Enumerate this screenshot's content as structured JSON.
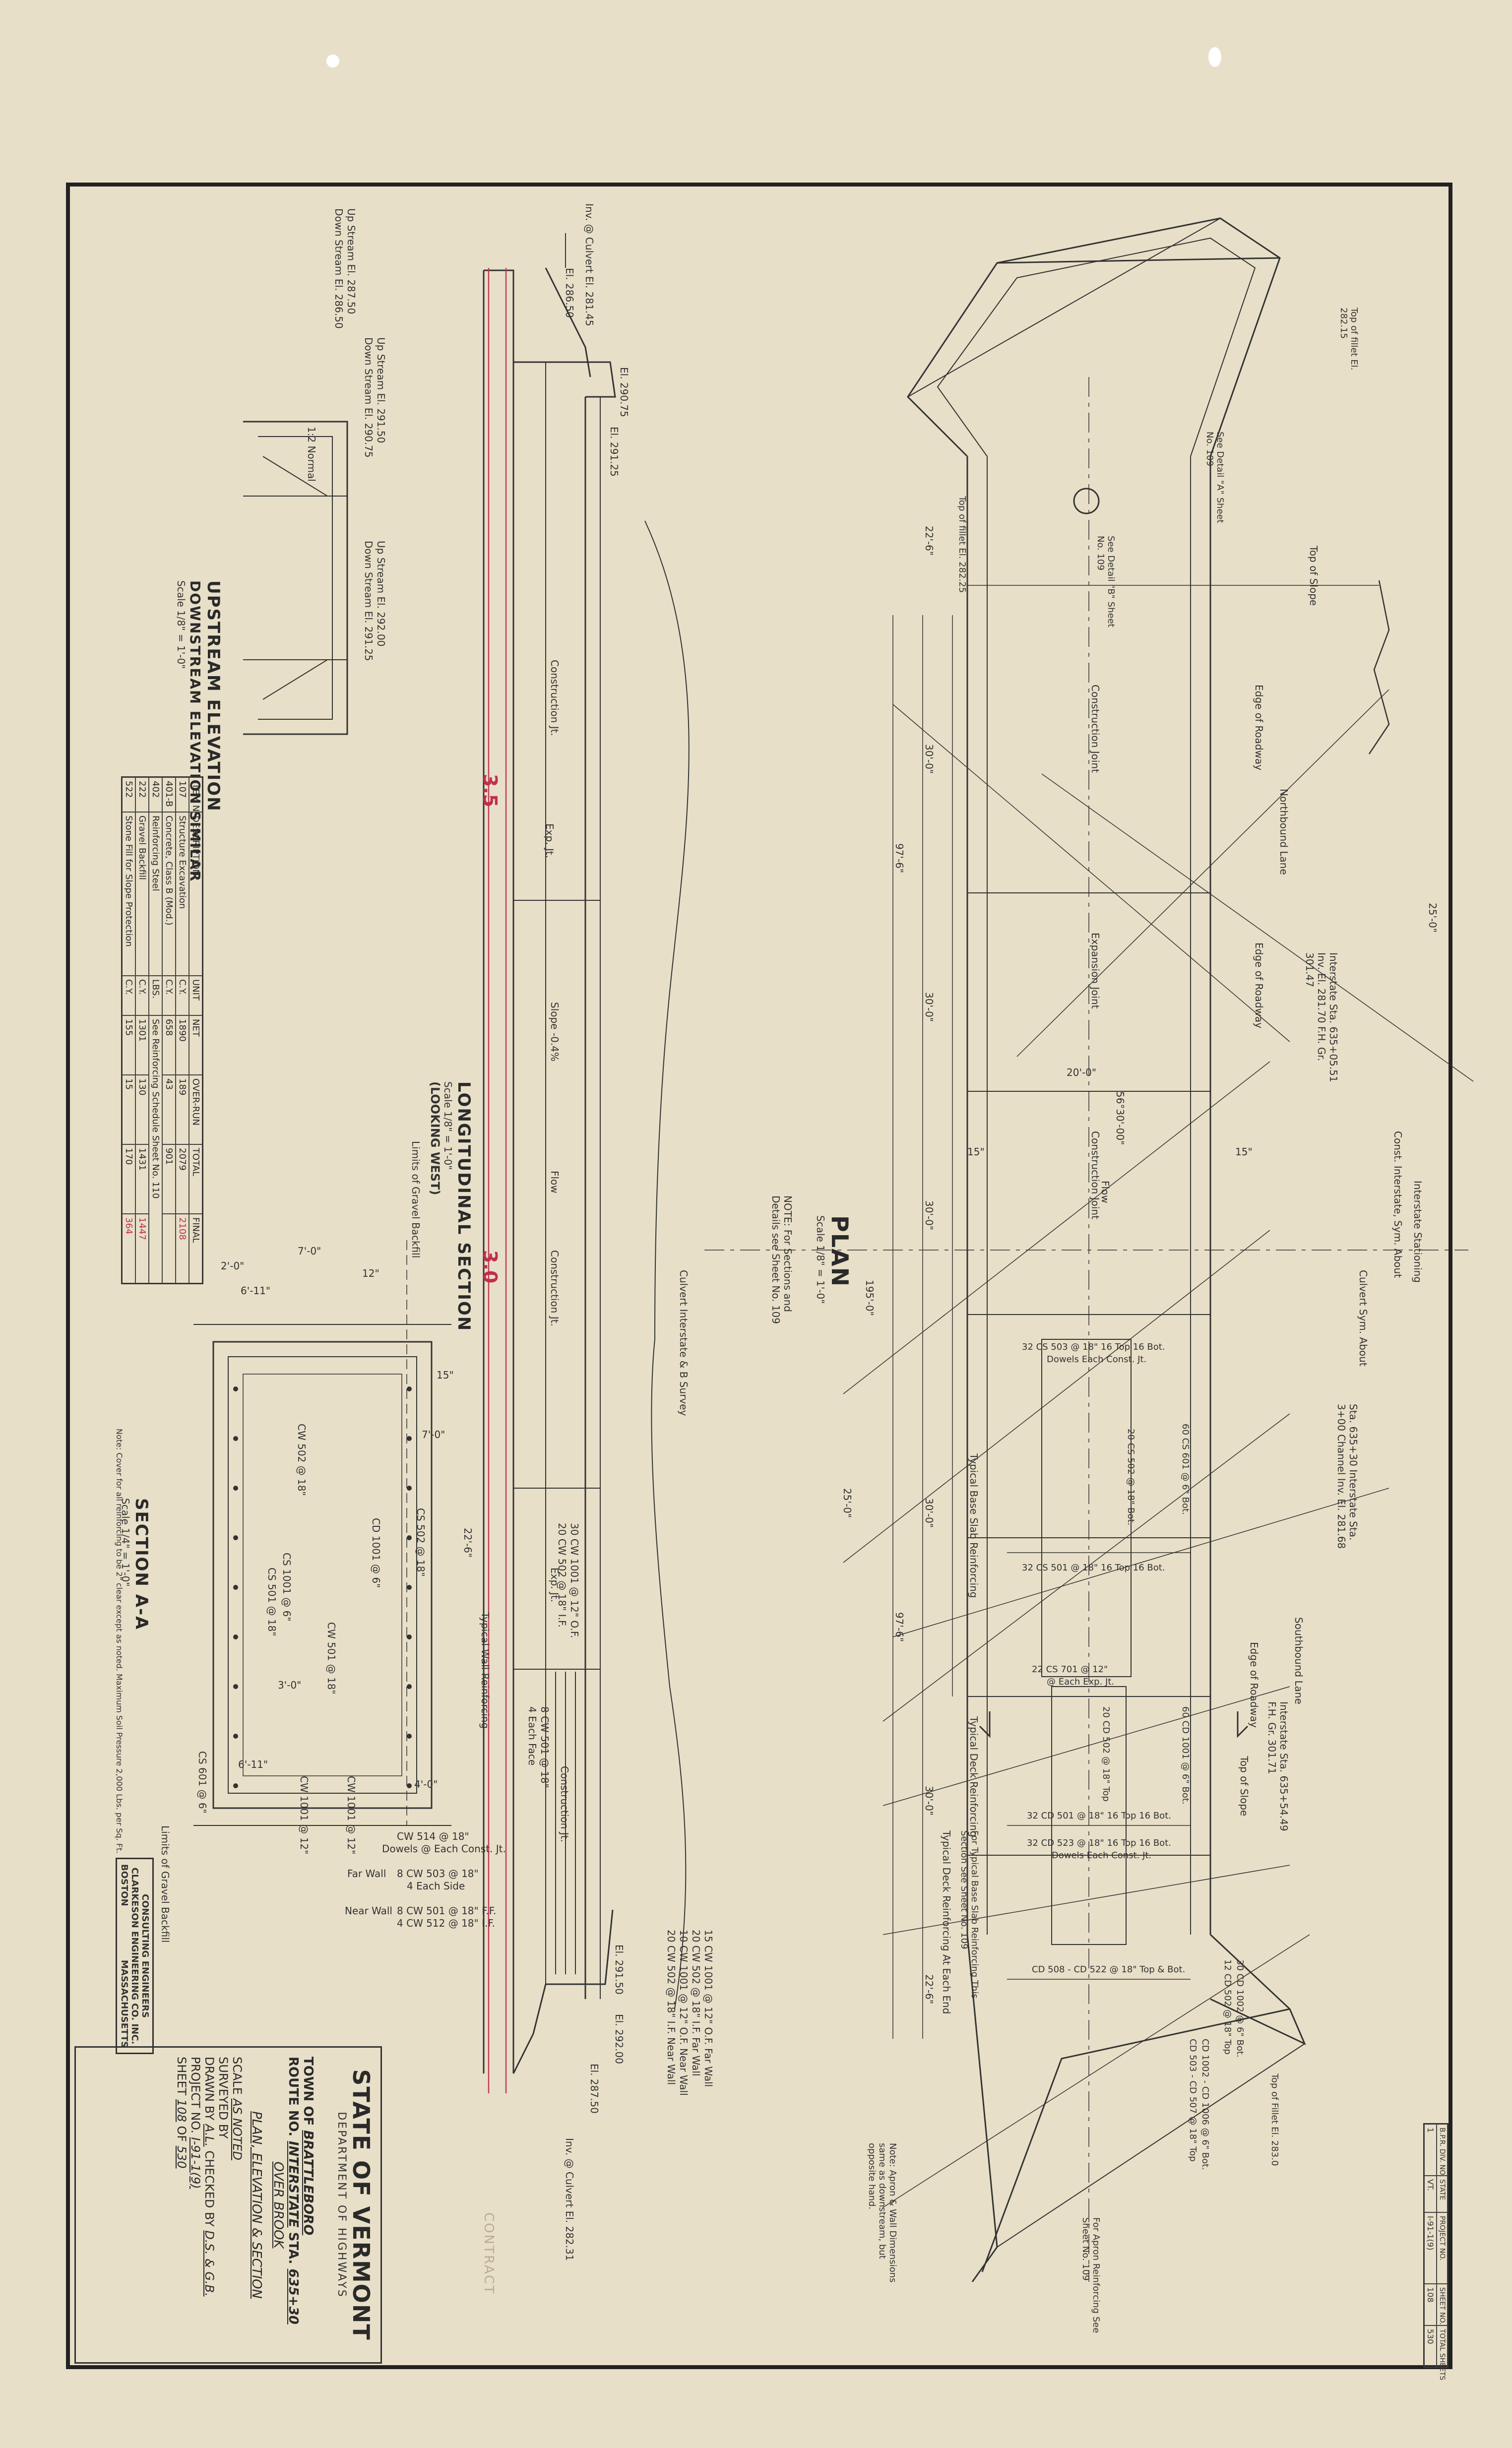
{
  "title_block": {
    "state": "STATE OF VERMONT",
    "department": "DEPARTMENT OF HIGHWAYS",
    "town_label": "TOWN OF",
    "town": "BRATTLEBORO",
    "route_label": "ROUTE NO.",
    "route": "INTERSTATE",
    "sta_label": "STA.",
    "sta": "635+30",
    "structure": "OVER BROOK",
    "sheet_title": "PLAN, ELEVATION & SECTION",
    "scale_label": "SCALE",
    "scale": "AS NOTED",
    "surveyed_label": "SURVEYED BY",
    "drawn_label": "DRAWN BY",
    "drawn_by": "A.L.",
    "checked_label": "CHECKED BY",
    "checked_by": "D.S. & G.B.",
    "project_label": "PROJECT NO.",
    "project_no": "I-91-1(9)",
    "sheet_label": "SHEET",
    "sheet_no": "108",
    "of_label": "OF",
    "of_total": "530"
  },
  "consultant": {
    "line1": "CONSULTING ENGINEERS",
    "line2": "CLARKESON ENGINEERING CO. INC.",
    "city": "BOSTON",
    "state": "MASSACHUSETTS"
  },
  "project_box": {
    "headers": [
      "B.P.R. DIV. NO.",
      "STATE",
      "PROJECT NO.",
      "SHEET NO.",
      "TOTAL SHEETS"
    ],
    "values": [
      "1",
      "VT.",
      "I-91-1(9)",
      "108",
      "530"
    ]
  },
  "views": {
    "plan": "PLAN",
    "plan_scale": "Scale 1/8\" = 1'-0\"",
    "plan_note": "NOTE: For Sections and Details see Sheet No. 109",
    "longitudinal": "LONGITUDINAL SECTION",
    "longitudinal_scale": "Scale 1/8\" = 1'-0\"",
    "longitudinal_sub": "(LOOKING WEST)",
    "section_aa": "SECTION A-A",
    "section_aa_scale": "Scale 1/4\" = 1'-0\"",
    "upstream": "UPSTREAM ELEVATION",
    "downstream": "DOWNSTREAM ELEVATION SIMILAR",
    "upstream_scale": "Scale 1/8\" = 1'-0\""
  },
  "quantities": {
    "headers": [
      "ITEM NO.",
      "DESCRIPTION",
      "UNIT",
      "NET",
      "OVER-RUN",
      "TOTAL",
      "FINAL"
    ],
    "rows": [
      [
        "107",
        "Structure Excavation",
        "C.Y.",
        "1890",
        "189",
        "2079",
        "2108"
      ],
      [
        "401-B",
        "Concrete, Class B (Mod.)",
        "C.Y.",
        "658",
        "43",
        "901",
        ""
      ],
      [
        "402",
        "Reinforcing Steel",
        "LBS.",
        "See Reinforcing Schedule Sheet No. 110",
        "",
        "",
        ""
      ],
      [
        "222",
        "Gravel Backfill",
        "C.Y.",
        "1301",
        "130",
        "1431",
        "1447"
      ],
      [
        "522",
        "Stone Fill for Slope Protection",
        "C.Y.",
        "155",
        "15",
        "170",
        "364"
      ]
    ]
  },
  "plan_labels": {
    "top_of_slope": "Top of Slope",
    "edge_of_roadway": "Edge of Roadway",
    "northbound_lane": "Northbound Lane",
    "southbound_lane": "Southbound Lane",
    "construction_joint": "Construction Joint",
    "expansion_joint": "Expansion Joint",
    "flow": "Flow",
    "interstate_stationing": "Interstate Stationing",
    "cl_const_interstate": "Const. Interstate, Sym. About",
    "cl_culvert": "Culvert Sym. About",
    "sta_interstate_1": "Interstate Sta. 635+05.51 Inv. El. 281.70 F.H. Gr. 301.47",
    "sta_interstate_2": "Sta. 635+30 Interstate Sta. 3+00 Channel Inv. El. 281.68",
    "sta_interstate_3": "Interstate Sta. 635+54.49 F.H. Gr. 301.71",
    "dims": [
      "97'-6\"",
      "195'-0\"",
      "97'-6\"",
      "30'-0\"",
      "30'-0\"",
      "30'-0\"",
      "30'-0\"",
      "30'-0\"",
      "22'-6\"",
      "22'-6\"",
      "20'-0\"",
      "15\"",
      "15\"",
      "56°30'-00\"",
      "25'-0\"",
      "25'-0\""
    ],
    "reinforcing": [
      "32 CS 503 @ 18\" 16 Top 16 Bot.",
      "Dowels Each Const. Jt.",
      "20 CS 502 @ 18\" Bot.",
      "32 CS 501 @ 18\" 16 Top 16 Bot.",
      "60 CS 601 @ 6\" Bot.",
      "22 CS 701 @ 12\"",
      "@ Each Exp. Jt.",
      "20 CD 502 @ 18\" Top",
      "60 CD 1001 @ 6\" Bot.",
      "32 CD 501 @ 18\" 16 Top 16 Bot.",
      "32 CD 523 @ 18\" 16 Top 16 Bot.",
      "Dowels Each Const. Jt.",
      "CD 508 - CD 522 @ 18\" Top & Bot.",
      "30 CD 1002 @ 6\" Bot.",
      "12 CD 502 @ 18\" Top",
      "CD 1002 - CD 1006 @ 6\" Bot.",
      "CD 503 - CD 507 @ 18\" Top"
    ],
    "notes": [
      "Typical Base Slab Reinforcing",
      "Typical Deck Reinforcing",
      "For Typical Base Slab Reinforcing This Section See Sheet No. 109",
      "Typical Deck Reinforcing At Each End",
      "For Apron Reinforcing See Sheet No. 109",
      "Note: Apron & Wall Dimensions same as downstream, but opposite hand.",
      "Top of Fillet El. 283.0",
      "Top of fillet El. 282.15",
      "Top of fillet El. 282.25",
      "See Detail \"A\" Sheet No. 109",
      "See Detail \"B\" Sheet No. 109"
    ]
  },
  "long_section_labels": {
    "construction_jt": "Construction Jt.",
    "exp_jt": "Exp. Jt.",
    "slope": "Slope -0.4%",
    "flow": "Flow",
    "limits_gravel": "Limits of Gravel Backfill",
    "typical_wall": "Typical Wall Reinforcing",
    "culvert_survey": "Culvert Interstate & B Survey",
    "inv_culvert_top": "Inv. @ Culvert El. 281.45",
    "inv_culvert_bot": "Inv. @ Culvert El. 282.31",
    "elevations": [
      "El. 286.50",
      "El. 290.75",
      "El. 291.25",
      "El. 291.50",
      "El. 292.00",
      "El. 287.50"
    ],
    "red_marks": [
      "3.5",
      "3.0"
    ],
    "walls": [
      "CW 514 @ 18\"",
      "Dowels @ Each Const. Jt.",
      "8 CW 503 @ 18\"",
      "4 Each Side",
      "8 CW 501 @ 18\" F.F.",
      "4 CW 512 @ 18\" I.F.",
      "Far Wall",
      "Near Wall",
      "30 CW 1001 @ 12\" O.F.",
      "20 CW 502 @ 18\" I.F.",
      "8 CW 501 @ 18\"",
      "4 Each Face",
      "15 CW 1001 @ 12\" O.F. Far Wall",
      "20 CW 502 @ 18\" I.F. Far Wall",
      "10 CW 1001 @ 12\" O.F. Near Wall",
      "20 CW 502 @ 18\" I.F. Near Wall"
    ]
  },
  "section_aa_labels": {
    "note": "Note: Cover for all reinforcing to be 2\" clear except as noted. Maximum Soil Pressure 2,000 Lbs. per Sq. Ft.",
    "limits_gravel": "Limits of Gravel Backfill",
    "bars": [
      "CW 502 @ 18\"",
      "CD 1001 @ 6\"",
      "CS 502 @ 18\"",
      "CS 1001 @ 6\"",
      "CS 501 @ 18\"",
      "CW 501 @ 18\"",
      "CW 1001 @ 12\"",
      "CS 601 @ 6\"",
      "CW 1001 @ 12\""
    ],
    "dims": [
      "7'-0\"",
      "2'-0\"",
      "6'-11\"",
      "6'-11\"",
      "4'-0\"",
      "12\"",
      "15\"",
      "22'-6\"",
      "7'-0\"",
      "3'-0\""
    ]
  },
  "upstream_labels": {
    "elevations": [
      "Up Stream El. 287.50",
      "Down Stream El. 286.50",
      "Up Stream El. 291.50",
      "Down Stream El. 290.75",
      "Up Stream El. 292.00",
      "Down Stream El. 291.25"
    ],
    "slope_note": "1:2 Normal"
  },
  "watermark": "CONTRACT"
}
